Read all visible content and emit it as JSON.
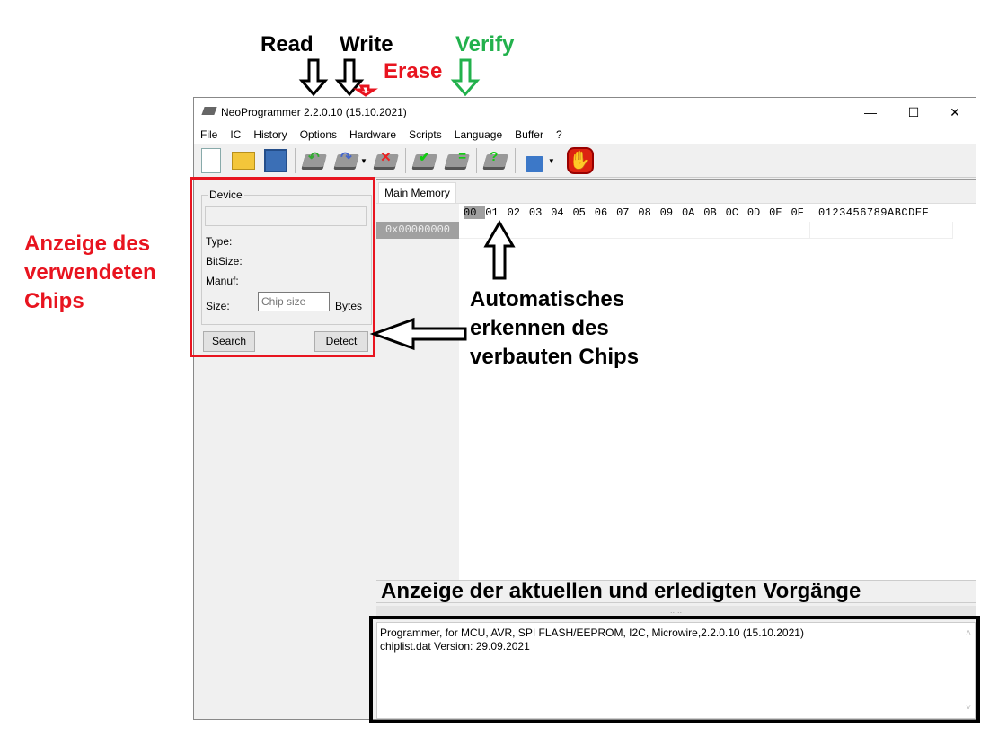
{
  "window": {
    "title": "NeoProgrammer 2.2.0.10 (15.10.2021)",
    "minimize": "—",
    "maximize": "☐",
    "close": "✕"
  },
  "menu": [
    "File",
    "IC",
    "History",
    "Options",
    "Hardware",
    "Scripts",
    "Language",
    "Buffer",
    "?"
  ],
  "toolbar": [
    "new-file",
    "open-file",
    "save-file",
    "read-chip",
    "write-chip",
    "erase-chip",
    "blank-check",
    "verify-chip",
    "detect-chip",
    "protect-lock",
    "stop"
  ],
  "device": {
    "group_label": "Device",
    "name_value": "",
    "type_label": "Type:",
    "bitsize_label": "BitSize:",
    "manuf_label": "Manuf:",
    "size_label": "Size:",
    "size_placeholder": "Chip size",
    "size_unit": "Bytes",
    "search": "Search",
    "detect": "Detect"
  },
  "memory": {
    "tab": "Main Memory",
    "columns": [
      "00",
      "01",
      "02",
      "03",
      "04",
      "05",
      "06",
      "07",
      "08",
      "09",
      "0A",
      "0B",
      "0C",
      "0D",
      "0E",
      "0F"
    ],
    "ascii_header": "0123456789ABCDEF",
    "rows": [
      {
        "address": "0x00000000"
      }
    ]
  },
  "log": {
    "lines": [
      "Programmer, for MCU, AVR, SPI FLASH/EEPROM, I2C, Microwire,2.2.0.10 (15.10.2021)",
      "chiplist.dat Version: 29.09.2021"
    ]
  },
  "annotations": {
    "read": "Read",
    "write": "Write",
    "erase": "Erase",
    "verify": "Verify",
    "chip_display": [
      "Anzeige des",
      "verwendeten",
      "Chips"
    ],
    "auto_detect": [
      "Automatisches",
      "erkennen des",
      "verbauten Chips"
    ],
    "log_display": "Anzeige der aktuellen und erledigten Vorgänge"
  },
  "colors": {
    "red": "#e8141f",
    "green": "#22b14c",
    "black": "#000000"
  }
}
